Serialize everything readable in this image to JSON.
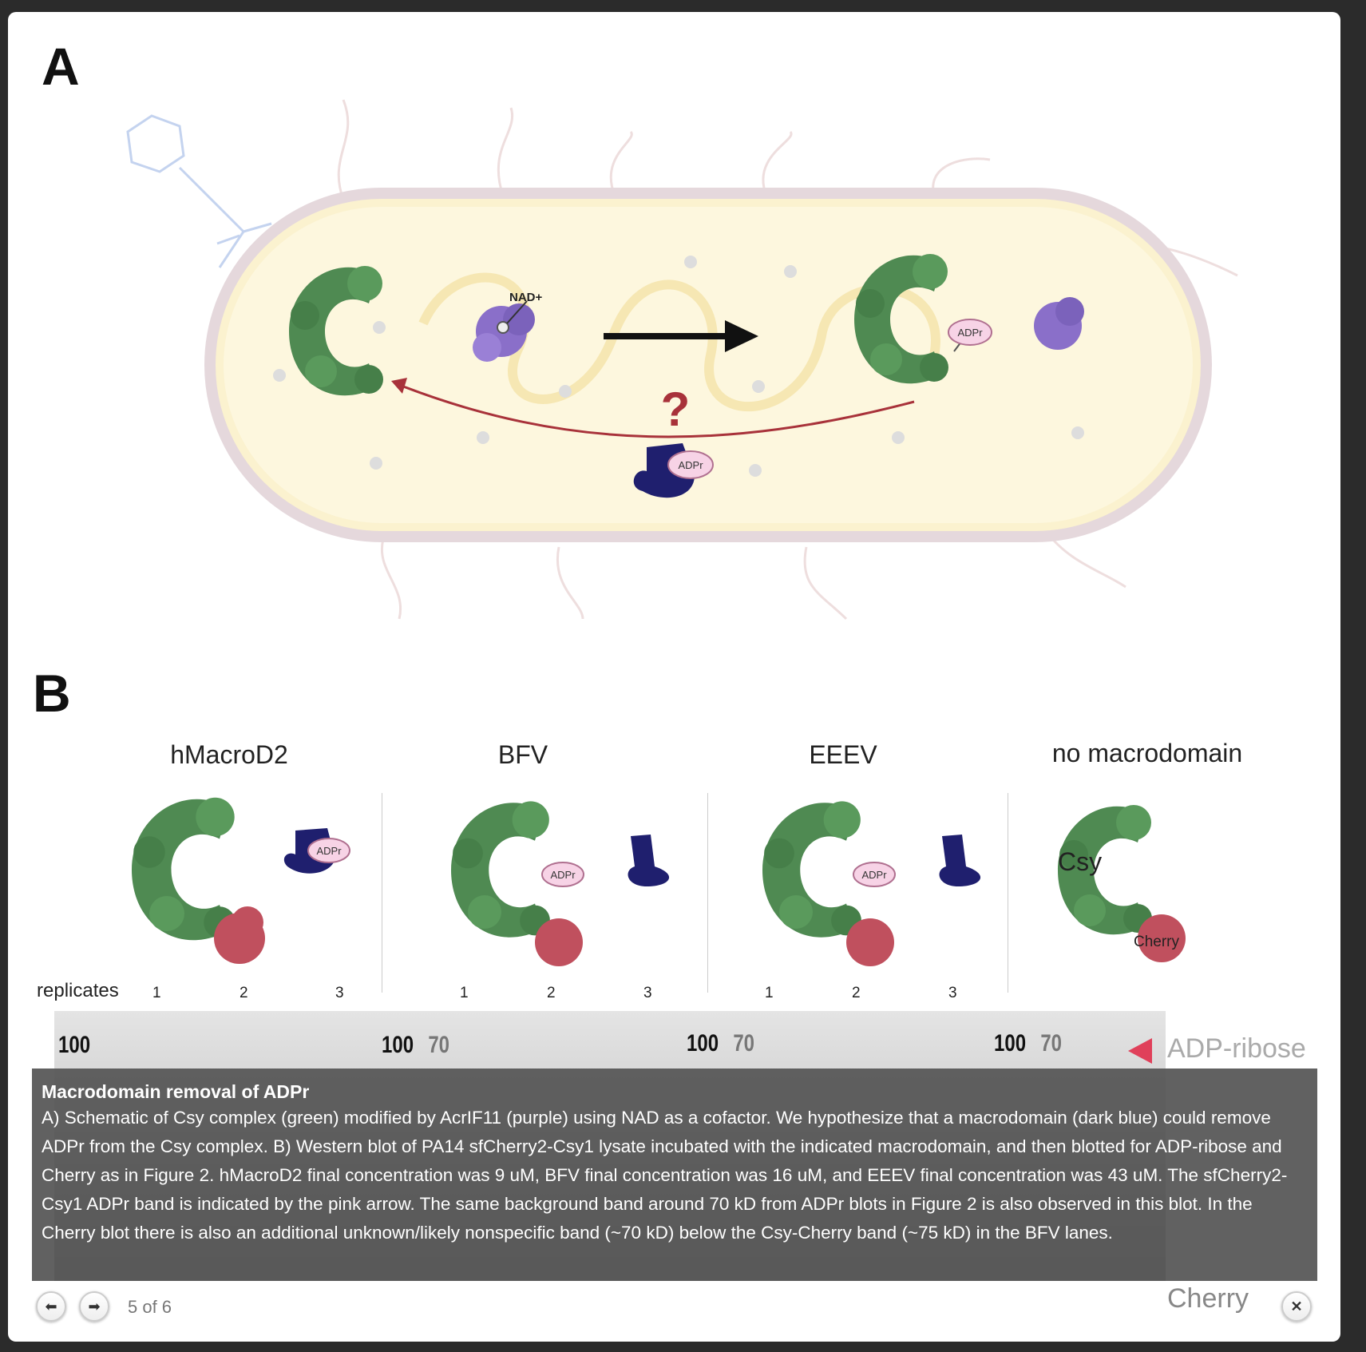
{
  "figure": {
    "panel_a_label": "A",
    "panel_b_label": "B",
    "schematic": {
      "nad_label": "NAD+",
      "adpr_label": "ADPr",
      "question_mark": "?",
      "colors": {
        "csy": "#4f8a52",
        "acrif11": "#8a6fc9",
        "macrodomain": "#1f1f6e",
        "adpr": "#f7d3e6",
        "arrow": "#a8323a",
        "cell": "#fdf6dc"
      }
    },
    "groups": [
      {
        "title": "hMacroD2",
        "replicates": [
          "1",
          "2",
          "3"
        ]
      },
      {
        "title": "BFV",
        "replicates": [
          "1",
          "2",
          "3"
        ]
      },
      {
        "title": "EEEV",
        "replicates": [
          "1",
          "2",
          "3"
        ]
      },
      {
        "title": "no macrodomain"
      }
    ],
    "replicates_label": "replicates",
    "csy_label": "Csy",
    "cherry_label": "Cherry",
    "markers": [
      "100",
      "70"
    ],
    "blot_labels": {
      "adp_ribose": "ADP-ribose",
      "cherry": "Cherry"
    },
    "arrow_color": "#e0405a"
  },
  "caption": {
    "title": "Macrodomain removal of ADPr",
    "body": "A) Schematic of Csy complex (green) modified by AcrIF11 (purple) using NAD as a cofactor. We hypothesize that a macrodomain (dark blue) could remove ADPr from the Csy complex. B) Western blot of PA14 sfCherry2-Csy1 lysate incubated with the indicated macrodomain, and then blotted for ADP-ribose and Cherry as in Figure 2. hMacroD2 final concentration was 9 uM, BFV final concentration was 16 uM, and EEEV final concentration was 43 uM. The sfCherry2-Csy1 ADPr band is indicated by the pink arrow. The same background band around 70 kD from ADPr blots in Figure 2 is also observed in this blot. In the Cherry blot there is also an additional unknown/likely nonspecific band (~70 kD) below the Csy-Cherry band (~75 kD) in the BFV lanes."
  },
  "nav": {
    "prev_icon": "arrow-left-icon",
    "next_icon": "arrow-right-icon",
    "counter": "5 of 6",
    "close_icon": "close-icon"
  }
}
